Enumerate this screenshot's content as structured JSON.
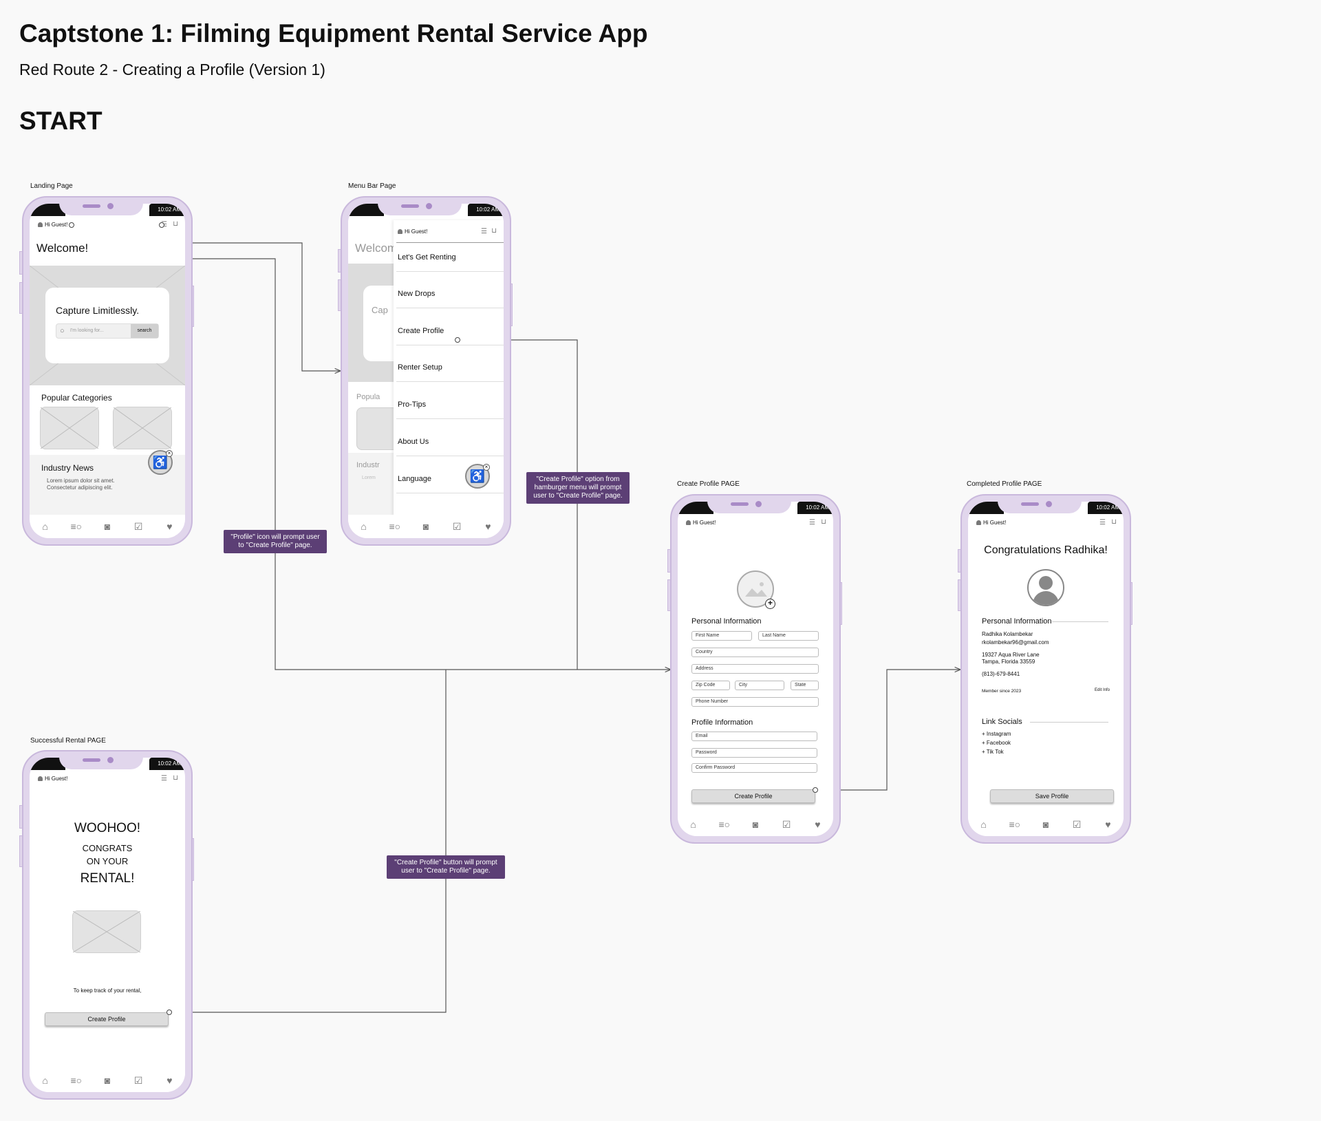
{
  "page": {
    "title": "Captstone 1: Filming Equipment Rental Service App",
    "subtitle": "Red Route 2 - Creating a Profile (Version 1)",
    "start_label": "START"
  },
  "colors": {
    "accent": "#5c3f75",
    "frame": "#e1d6ec",
    "frame_border": "#c9b8dc",
    "line": "#555555"
  },
  "icons": [
    "user-icon",
    "hamburger-icon",
    "cart-icon",
    "home-icon",
    "search-list-icon",
    "camera-icon",
    "calendar-icon",
    "heart-icon",
    "accessibility-icon",
    "image-placeholder-icon"
  ],
  "common": {
    "time": "10:02 AM",
    "greeting": "Hi Guest!"
  },
  "frames": {
    "landing": {
      "label": "Landing Page",
      "welcome": "Welcome!",
      "hero_title": "Capture Limitlessly.",
      "search_placeholder": "I'm looking for...",
      "search_button": "search",
      "popular": "Popular Categories",
      "news": "Industry News",
      "news_items": [
        "Lorem ipsum dolor sit amet.",
        "Consectetur adipiscing elit."
      ]
    },
    "menu": {
      "label": "Menu Bar Page",
      "bg_welcome": "Welcom",
      "bg_cap": "Cap",
      "bg_popular": "Popula",
      "bg_industry": "Industr",
      "bg_lorem": "Lorem",
      "items": [
        "Let's Get Renting",
        "New Drops",
        "Create Profile",
        "Renter Setup",
        "Pro-Tips",
        "About Us",
        "Language"
      ]
    },
    "create": {
      "label": "Create Profile PAGE",
      "personal": "Personal Information",
      "first": "First Name",
      "last": "Last Name",
      "country": "Country",
      "address": "Address",
      "zip": "Zip Code",
      "city": "City",
      "state": "State",
      "phone": "Phone Number",
      "profile": "Profile Information",
      "email": "Email",
      "password": "Password",
      "confirm": "Confirm Password",
      "button": "Create Profile"
    },
    "completed": {
      "label": "Completed Profile PAGE",
      "congrats": "Congratulations Radhika!",
      "personal": "Personal Information",
      "name": "Radhika Kolambekar",
      "email": "rkolambekar96@gmail.com",
      "address1": "19327 Aqua River Lane",
      "address2": "Tampa, Florida 33559",
      "phone": "(813)-679-8441",
      "member": "Member since 2023",
      "edit": "Edit Info",
      "socials": "Link Socials",
      "social_items": [
        "+ Instagram",
        "+ Facebook",
        "+ Tik Tok"
      ],
      "button": "Save Profile"
    },
    "rental": {
      "label": "Successful Rental PAGE",
      "woohoo": "WOOHOO!",
      "congrats": "CONGRATS",
      "onyour": "ON YOUR",
      "rental": "RENTAL!",
      "keep": "To keep track of your rental,",
      "button": "Create Profile"
    }
  },
  "notes": {
    "profile_icon": "\"Profile\" icon will prompt user\nto \"Create Profile\" page.",
    "menu_option": "\"Create Profile\" option from\nhamburger menu will prompt\nuser to \"Create Profile\" page.",
    "button_note": "\"Create Profile\" button will prompt\nuser to \"Create Profile\" page."
  }
}
